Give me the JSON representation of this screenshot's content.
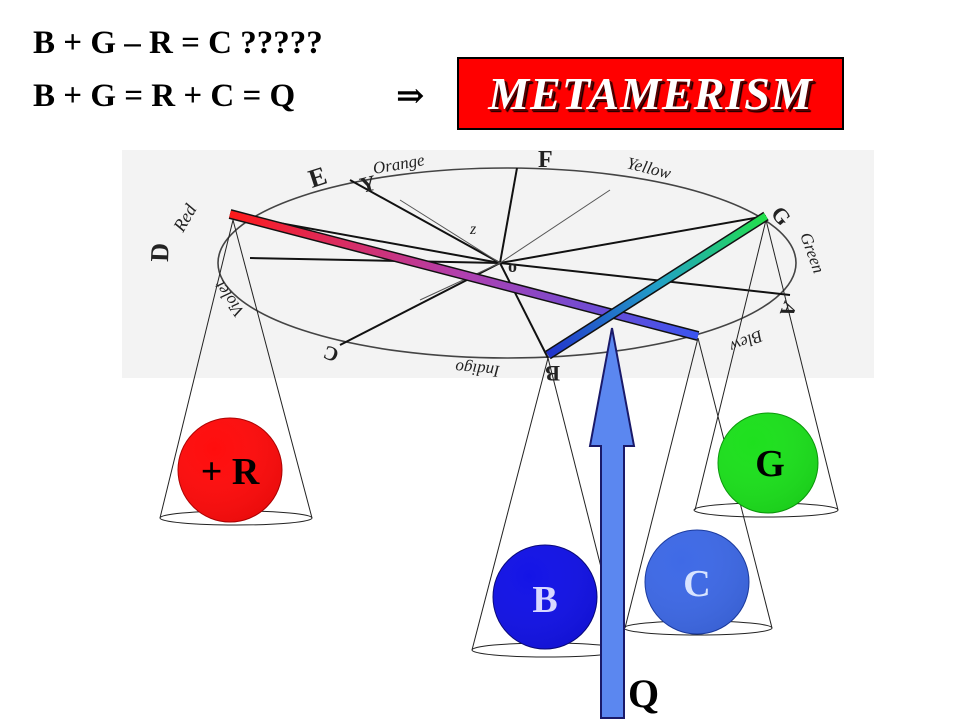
{
  "equations": {
    "line1": "B + G – R = C ?????",
    "line2": "B + G = R + C = Q"
  },
  "implies_symbol": "⇒",
  "banner": {
    "text": "METAMERISM",
    "bg_color": "#ff0000",
    "text_color": "#ffffff"
  },
  "wheel_labels": {
    "D": "D",
    "Red": "Red",
    "E": "E",
    "Orange": "Orange",
    "F": "F",
    "Yellow": "Yellow",
    "G": "G",
    "Green": "Green",
    "A": "A",
    "Blew": "Blew",
    "B": "B",
    "Indigo": "Indigo",
    "C": "C",
    "Violet": "Violet",
    "Y": "Y",
    "z": "z",
    "o": "o"
  },
  "balls": {
    "R": {
      "label": "+ R",
      "color": "#ff0d0d"
    },
    "G": {
      "label": "G",
      "color": "#1ee01e"
    },
    "B": {
      "label": "B",
      "color": "#1414e6"
    },
    "C": {
      "label": "C",
      "color": "#3f6ae6"
    }
  },
  "arrow": {
    "label": "Q",
    "color": "#5b87f0"
  },
  "bars": {
    "red_to_blue": {
      "from_color": "#ff1a1a",
      "to_color": "#3a55f0"
    },
    "indigo_to_green": {
      "from_color": "#2233cc",
      "to_color": "#22e04a"
    }
  }
}
